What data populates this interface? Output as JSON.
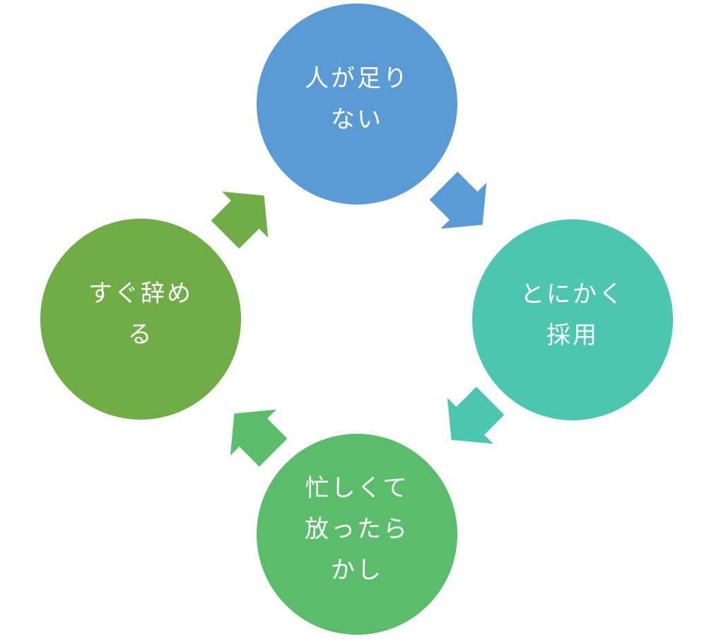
{
  "diagram": {
    "type": "cycle",
    "direction": "clockwise",
    "background_color": "#FFFFFF",
    "text_color": "#FFFFFF",
    "nodes": [
      {
        "position": "top",
        "label": "人が足りない",
        "lines": [
          "人が足り",
          "ない"
        ],
        "color": "#5B9BD5"
      },
      {
        "position": "right",
        "label": "とにかく採用",
        "lines": [
          "とにかく",
          "採用"
        ],
        "color": "#4DC6B0"
      },
      {
        "position": "bottom",
        "label": "忙しくて放ったらかし",
        "lines": [
          "忙しくて",
          "放ったら",
          "かし"
        ],
        "color": "#5BBD6B"
      },
      {
        "position": "left",
        "label": "すぐ辞める",
        "lines": [
          "すぐ辞め",
          "る"
        ],
        "color": "#70AD47"
      }
    ],
    "arrows": [
      {
        "name": "top-to-right",
        "direction": "down-right",
        "color": "#5B9BD5"
      },
      {
        "name": "right-to-bottom",
        "direction": "down-left",
        "color": "#4DC6B0"
      },
      {
        "name": "bottom-to-left",
        "direction": "up-left",
        "color": "#5BBD6B"
      },
      {
        "name": "left-to-top",
        "direction": "up-right",
        "color": "#70AD47"
      }
    ]
  }
}
